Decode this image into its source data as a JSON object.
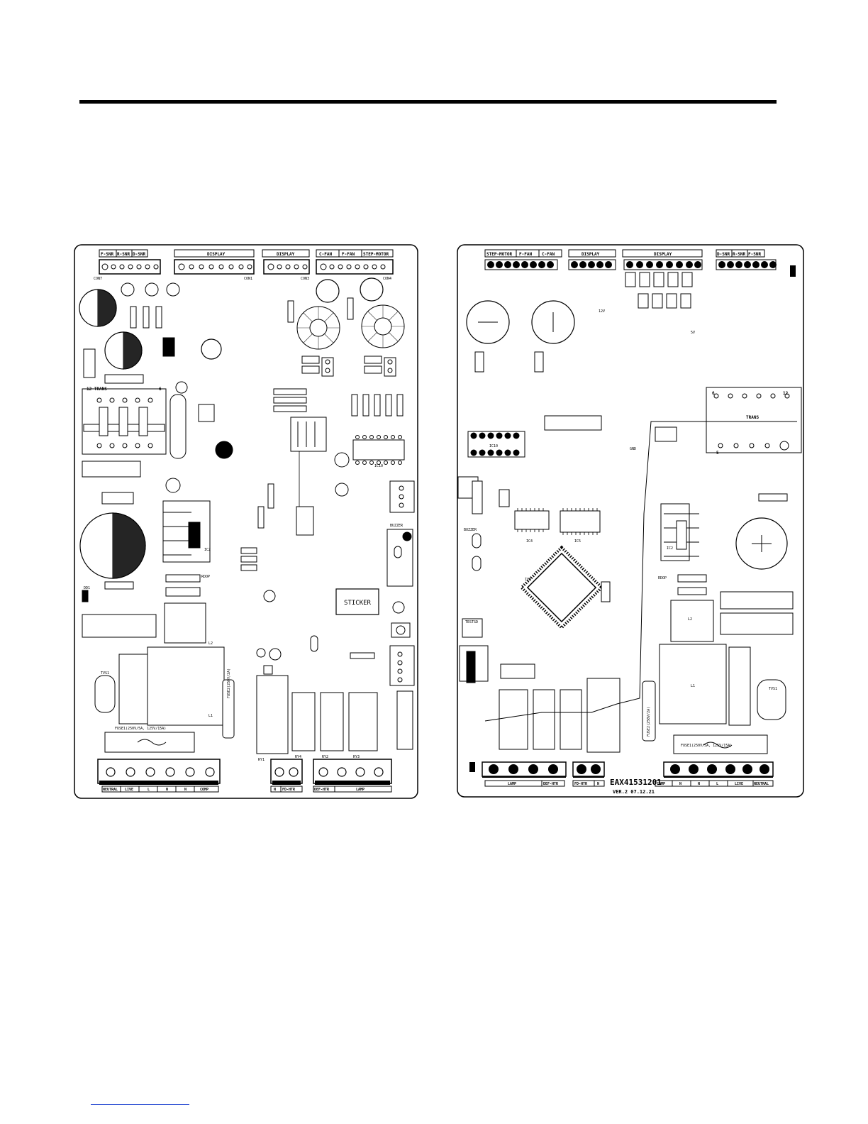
{
  "colors": {
    "ink": "#000000",
    "paper": "#ffffff",
    "footer_rule": "#3b5bd6"
  },
  "left_board": {
    "top_headers": [
      "F-SNR",
      "R-SNR",
      "D-SNR",
      "DISPLAY",
      "DISPLAY",
      "C-FAN",
      "F-FAN",
      "STEP-MOTOR"
    ],
    "connectors": [
      "CON7",
      "CON1",
      "CON3",
      "CON4"
    ],
    "labels": {
      "trans": "12 TRANS",
      "trans_pin6": "6",
      "buzzer": "BUZZER",
      "sticker": "STICKER",
      "fuse1": "FUSE1(250V/5A, 125V/15A)",
      "fuse2": "FUSE2(250V/2A)",
      "rdop": "RDOP",
      "ic10": "IC10",
      "ic2": "IC2",
      "l1": "L1",
      "l2": "L2",
      "ry1": "RY1",
      "ry2": "RY2",
      "ry3": "RY3",
      "ry4": "RY4",
      "tvs1": "TVS1",
      "dd1": "DD1"
    },
    "bottom_labels_left": [
      "NEUTRAL",
      "LIVE",
      "L",
      "N",
      "N",
      "COMP"
    ],
    "bottom_labels_right": [
      "N",
      "FD-HTR",
      "DEF-HTR",
      "LAMP"
    ]
  },
  "right_board": {
    "top_headers": [
      "STEP-MOTOR",
      "F-FAN",
      "C-FAN",
      "DISPLAY",
      "DISPLAY",
      "D-SNR",
      "R-SNR",
      "F-SNR"
    ],
    "labels": {
      "trans": "TRANS",
      "pin6": "6",
      "pin12": "12",
      "pin5": "5",
      "buzzer": "BUZZER",
      "testsd": "TESTSD",
      "ic3": "IC3",
      "ic4": "IC4",
      "ic5": "IC5",
      "ic10": "IC10",
      "ic2": "IC2",
      "l1": "L1",
      "l2": "L2",
      "rdop": "RDOP",
      "fuse1": "FUSE1(250V/5A, 125V/15A)",
      "fuse2": "FUSE2(250V/2A)",
      "tvs1": "TVS1",
      "v12": "12V",
      "v5": "5V",
      "gnd": "GND"
    },
    "bottom_labels_left": [
      "LAMP",
      "DEF-HTR"
    ],
    "bottom_labels_mid": [
      "FD-HTR",
      "N"
    ],
    "bottom_labels_right": [
      "COMP",
      "N",
      "N",
      "L",
      "LIVE",
      "NEUTRAL"
    ],
    "part_number": "EAX41531201",
    "version": "VER.2 07.12.21"
  }
}
